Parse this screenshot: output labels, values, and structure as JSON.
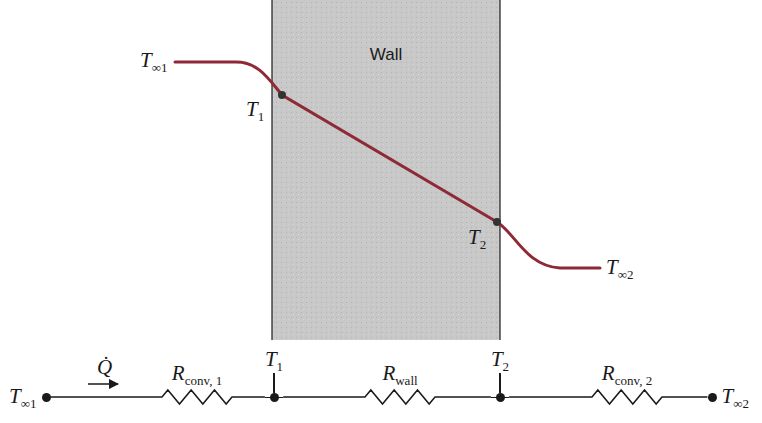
{
  "diagram": {
    "nodes": [
      {
        "text": [
          "Wall"
        ]
      },
      {
        "text": [
          "T∞1"
        ]
      },
      {
        "text": [
          "T1"
        ]
      },
      {
        "text": [
          "T2"
        ]
      },
      {
        "text": [
          "T∞2"
        ]
      }
    ],
    "edges": [
      {
        "from": 1,
        "to": 2,
        "arrow": "none",
        "label": "Rconv, 1"
      },
      {
        "from": 2,
        "to": 3,
        "arrow": "none",
        "label": "Rwall"
      },
      {
        "from": 3,
        "to": 4,
        "arrow": "none",
        "label": "Rconv, 2"
      }
    ],
    "labels": [
      "T∞1",
      "T1",
      "T2",
      "T∞2",
      "Q̇"
    ]
  }
}
